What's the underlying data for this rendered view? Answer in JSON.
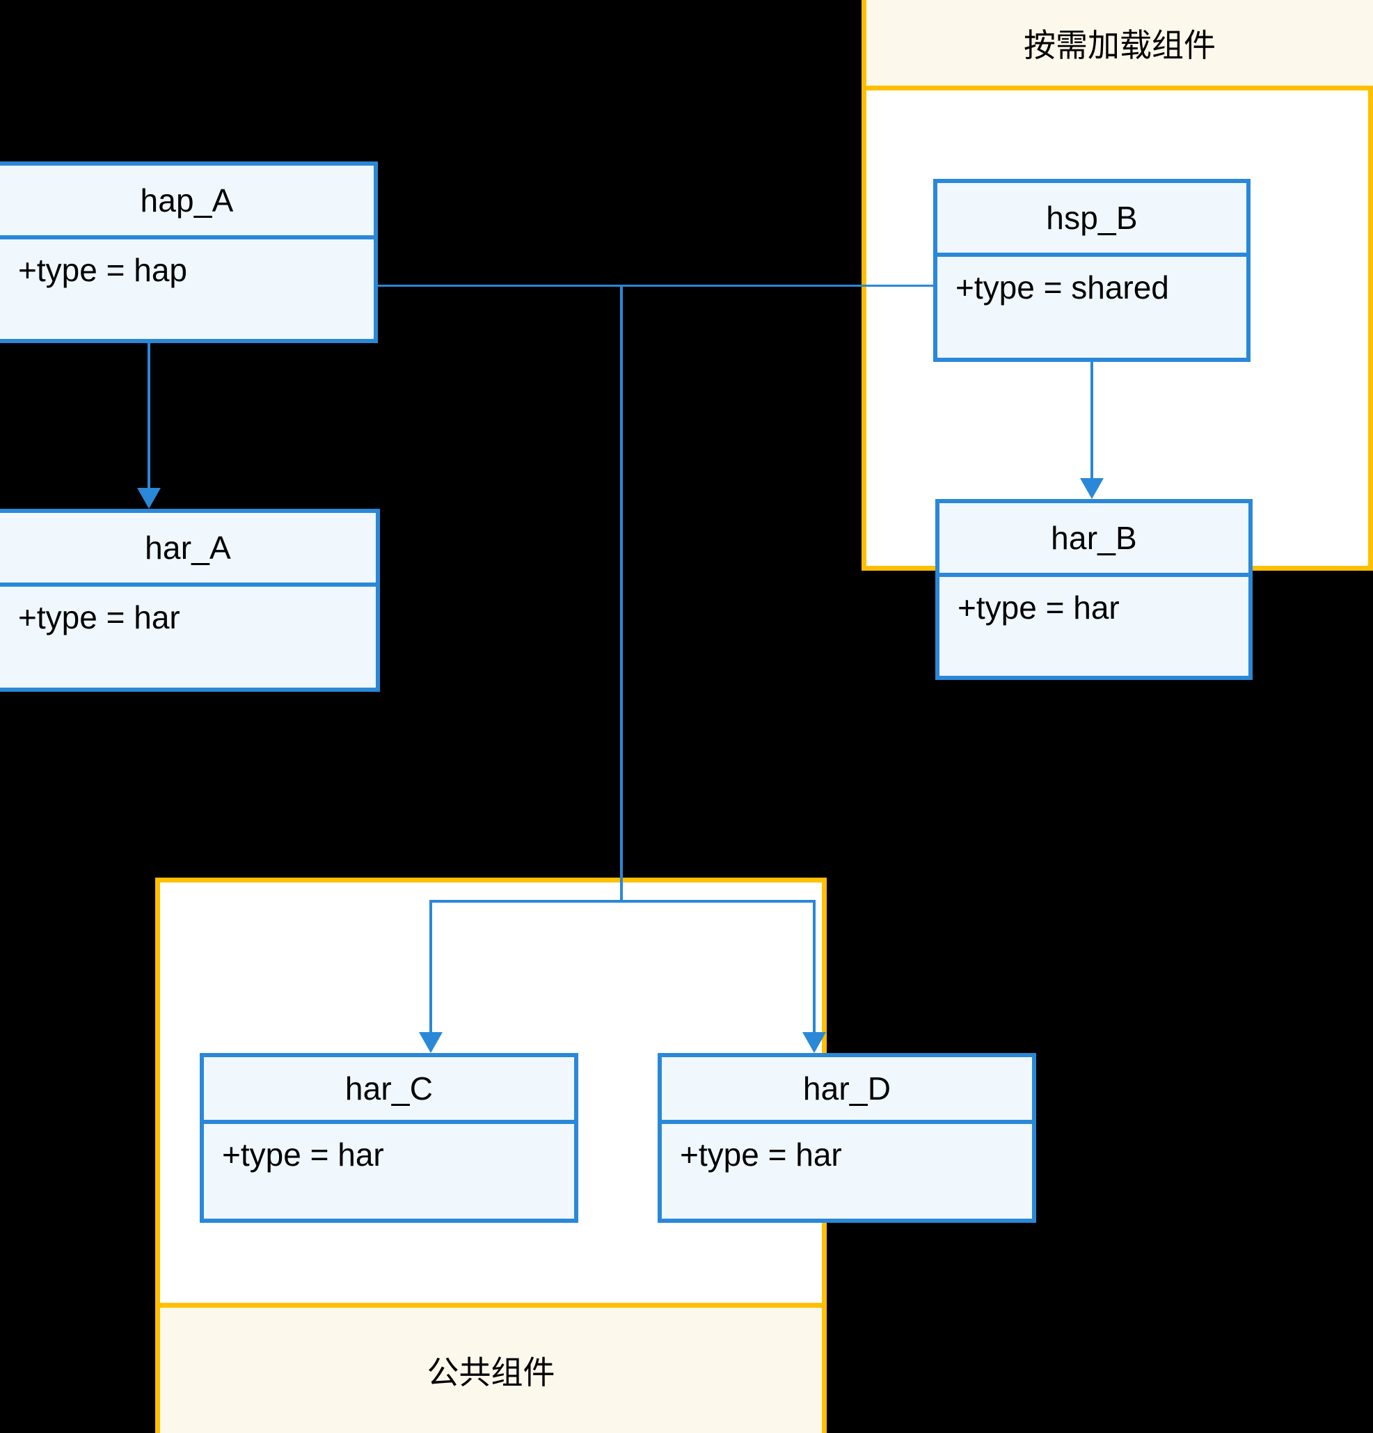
{
  "diagram": {
    "type": "uml-class-dependency",
    "background_color": "#000000",
    "class_border_color": "#2A88D8",
    "class_fill_color": "#F0F7FD",
    "package_border_color": "#FFBF00",
    "package_label_fill_color": "#FDF8EC",
    "connector_color": "#2A88D8"
  },
  "packages": {
    "on_demand": {
      "label": "按需加载组件",
      "label_position": "top"
    },
    "common": {
      "label": "公共组件",
      "label_position": "bottom"
    }
  },
  "classes": {
    "hap_a": {
      "name": "hap_A",
      "attribute": "+type = hap"
    },
    "har_a": {
      "name": "har_A",
      "attribute": "+type = har"
    },
    "hsp_b": {
      "name": "hsp_B",
      "attribute": "+type = shared"
    },
    "har_b": {
      "name": "har_B",
      "attribute": "+type = har"
    },
    "har_c": {
      "name": "har_C",
      "attribute": "+type = har"
    },
    "har_d": {
      "name": "har_D",
      "attribute": "+type = har"
    }
  },
  "edges": [
    {
      "from": "hap_A",
      "to": "har_A",
      "kind": "dependency-arrow"
    },
    {
      "from": "hap_A",
      "to": "hsp_B",
      "kind": "association-line"
    },
    {
      "from": "hsp_B",
      "to": "har_B",
      "kind": "dependency-arrow"
    },
    {
      "from": "hap_A",
      "to": "har_C",
      "kind": "dependency-arrow"
    },
    {
      "from": "hap_A",
      "to": "har_D",
      "kind": "dependency-arrow"
    }
  ]
}
